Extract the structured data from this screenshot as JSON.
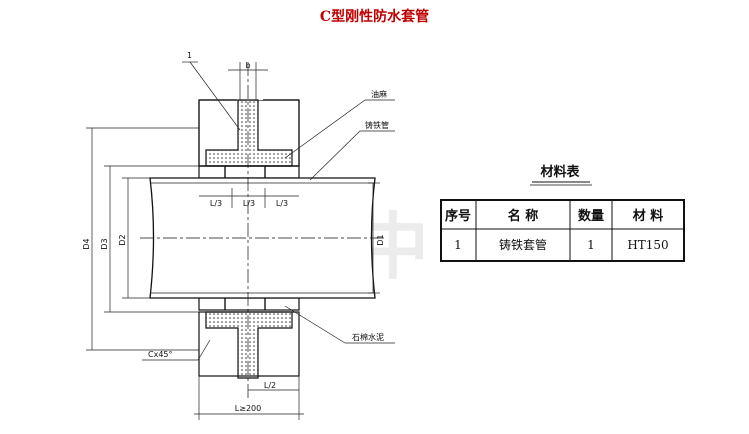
{
  "title": "C型刚性防水套管",
  "callout_number": "1",
  "labels": {
    "oil_hemp": "油麻",
    "cast_iron_pipe": "铸铁管",
    "asbestos_cement": "石棉水泥"
  },
  "dimensions": {
    "b": "b",
    "l3": "L/3",
    "d4": "D4",
    "d3": "D3",
    "d2": "D2",
    "d1": "D1",
    "chamfer": "Cx45°",
    "l_half": "L/2",
    "l_min": "L≥200"
  },
  "material_table": {
    "title": "材料表",
    "headers": [
      "序号",
      "名  称",
      "数量",
      "材  料"
    ],
    "rows": [
      [
        "1",
        "铸铁套管",
        "1",
        "HT150"
      ]
    ]
  },
  "watermark": "河南中",
  "colors": {
    "title": "#c00000",
    "line": "#111111",
    "watermark": "#e8e8e8"
  }
}
